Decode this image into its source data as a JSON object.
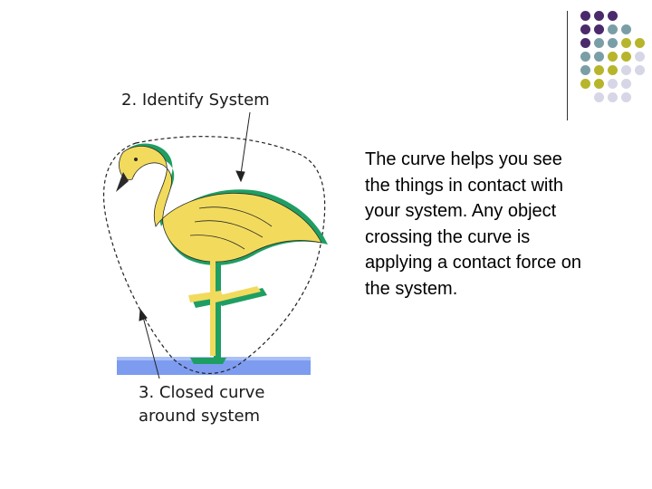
{
  "labels": {
    "identify_system": "2. Identify System",
    "closed_curve_line1": "3. Closed curve",
    "closed_curve_line2": "around system"
  },
  "body_text": "The curve helps you see the things in contact with your system.  Any object crossing the curve is applying a contact force on the system.",
  "illustration": {
    "subject": "flamingo standing on one leg",
    "colors": {
      "body": "#f2db5c",
      "shadow": "#1f9e63",
      "ground": "#7d9cf0",
      "curve": "#222222"
    }
  },
  "decor": {
    "dot_colors": [
      "#4a2a6b",
      "#7a9ea6",
      "#b7b52b",
      "#d6d6e6"
    ]
  }
}
